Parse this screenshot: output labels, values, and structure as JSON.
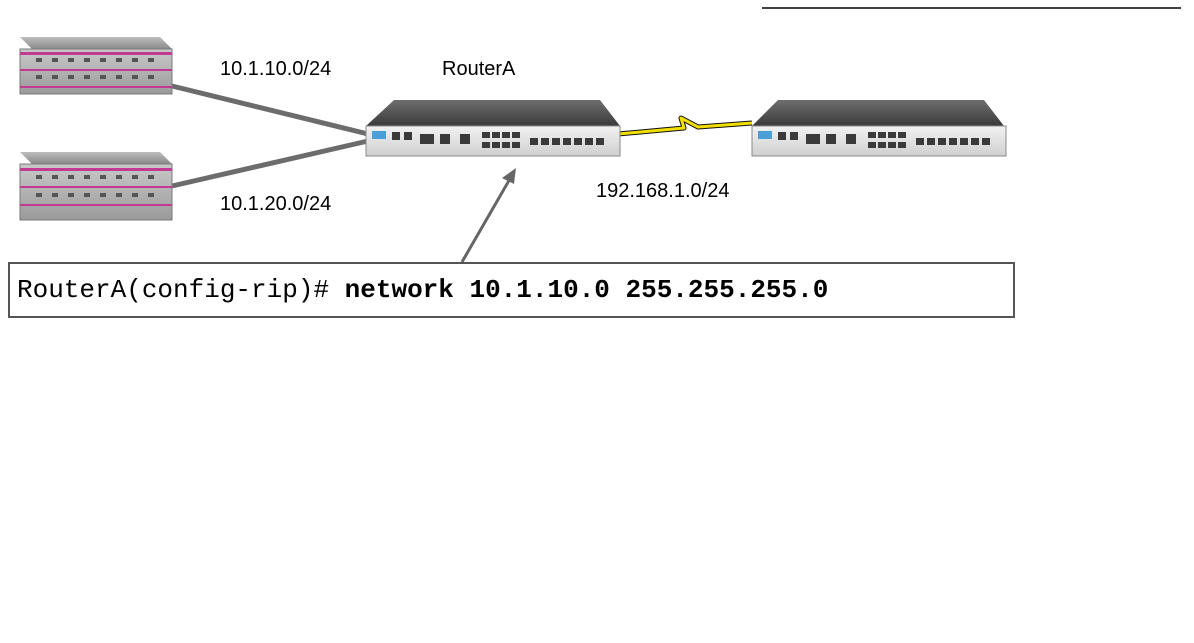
{
  "labels": {
    "net_top": "10.1.10.0/24",
    "net_bottom": "10.1.20.0/24",
    "router_name": "RouterA",
    "wan_net": "192.168.1.0/24"
  },
  "command": {
    "prompt": "RouterA(config-rip)# ",
    "args": "network 10.1.10.0 255.255.255.0"
  },
  "colors": {
    "router_body": "#4a4a4a",
    "panel": "#e2e2e2",
    "switch_accent": "#c23a93",
    "wan_link": "#f2df00",
    "lan_link": "#6c6c6c"
  }
}
